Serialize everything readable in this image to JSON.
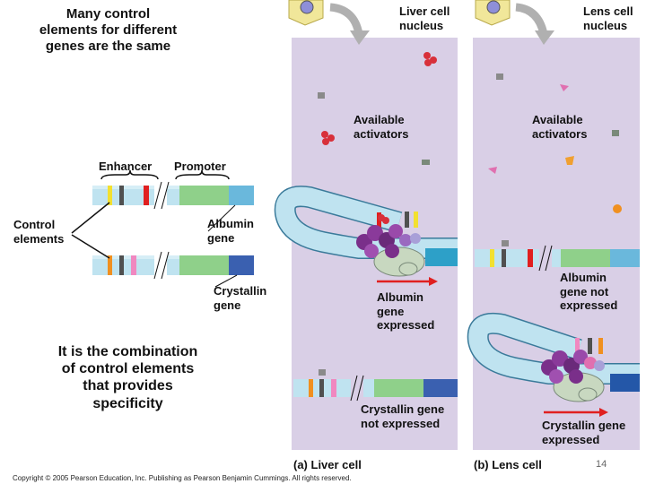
{
  "left": {
    "heading": "Many control\nelements for different\ngenes are the same",
    "enhancer": "Enhancer",
    "promoter": "Promoter",
    "control_elements": "Control\nelements",
    "albumin_gene": "Albumin\ngene",
    "crystallin_gene": "Crystallin\ngene",
    "note": "It is the combination\nof control elements\nthat provides\nspecificity"
  },
  "liver": {
    "nucleus": "Liver cell\nnucleus",
    "activators": "Available\nactivators",
    "albumin_expressed": "Albumin\ngene\nexpressed",
    "crystallin_not": "Crystallin gene\nnot expressed",
    "caption": "(a) Liver cell"
  },
  "lens": {
    "nucleus": "Lens cell\nnucleus",
    "activators": "Available\nactivators",
    "albumin_not": "Albumin\ngene not\nexpressed",
    "crystallin_expressed": "Crystallin gene\nexpressed",
    "caption": "(b) Lens cell"
  },
  "footer": {
    "copyright": "Copyright © 2005 Pearson Education, Inc. Publishing as Pearson Benjamin Cummings. All rights reserved.",
    "page_number": "14"
  },
  "colors": {
    "panel": "#d9cfe6",
    "dna": "#bfe3f0",
    "promoter": "#8fd08a",
    "arrow": "#e02020",
    "activator_purple": "#7a2f8a"
  }
}
